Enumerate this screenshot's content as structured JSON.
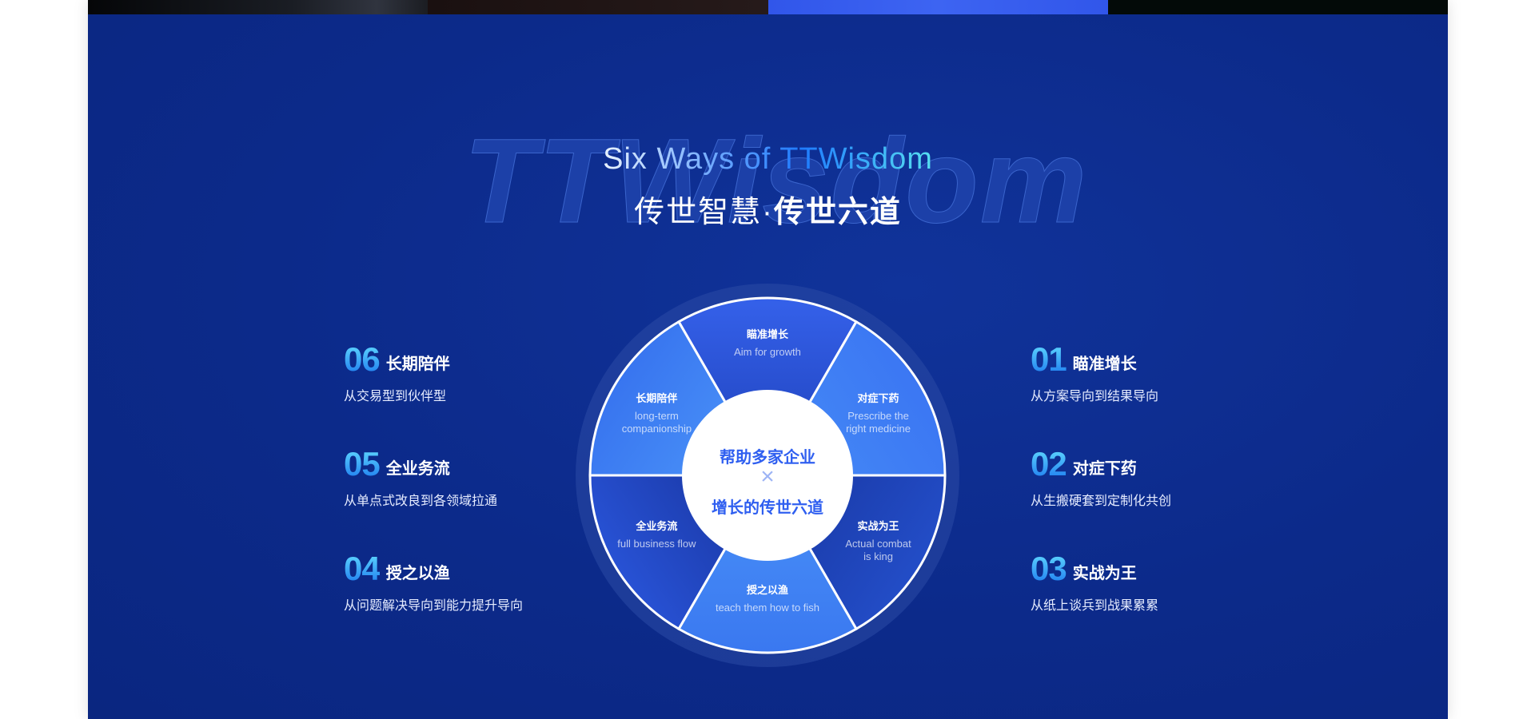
{
  "watermark": "TTWisdom",
  "title_en": "Six Ways of TTWisdom",
  "title_cn_light": "传世智慧·",
  "title_cn_bold": "传世六道",
  "center": {
    "line1": "帮助多家企业",
    "symbol": "×",
    "line2": "增长的传世六道"
  },
  "left_items": [
    {
      "num": "06",
      "name": "长期陪伴",
      "desc": "从交易型到伙伴型"
    },
    {
      "num": "05",
      "name": "全业务流",
      "desc": "从单点式改良到各领域拉通"
    },
    {
      "num": "04",
      "name": "授之以渔",
      "desc": "从问题解决导向到能力提升导向"
    }
  ],
  "right_items": [
    {
      "num": "01",
      "name": "瞄准增长",
      "desc": "从方案导向到结果导向"
    },
    {
      "num": "02",
      "name": "对症下药",
      "desc": "从生搬硬套到定制化共创"
    },
    {
      "num": "03",
      "name": "实战为王",
      "desc": "从纸上谈兵到战果累累"
    }
  ],
  "segments": [
    {
      "cn": "瞄准增长",
      "en": [
        "Aim for growth"
      ],
      "color1": "#3561ea",
      "color2": "#1d3fb8"
    },
    {
      "cn": "对症下药",
      "en": [
        "Prescribe the",
        "right medicine"
      ],
      "color1": "#3a74f2",
      "color2": "#4488f6"
    },
    {
      "cn": "实战为王",
      "en": [
        "Actual combat",
        "is king"
      ],
      "color1": "#2450cc",
      "color2": "#1a3aa8"
    },
    {
      "cn": "授之以渔",
      "en": [
        "teach them how to fish"
      ],
      "color1": "#3a78f0",
      "color2": "#4a92f8"
    },
    {
      "cn": "全业务流",
      "en": [
        "full business flow"
      ],
      "color1": "#2a56dc",
      "color2": "#1a38a6"
    },
    {
      "cn": "长期陪伴",
      "en": [
        "long-term",
        "companionship"
      ],
      "color1": "#3570ee",
      "color2": "#4a92f8"
    }
  ]
}
